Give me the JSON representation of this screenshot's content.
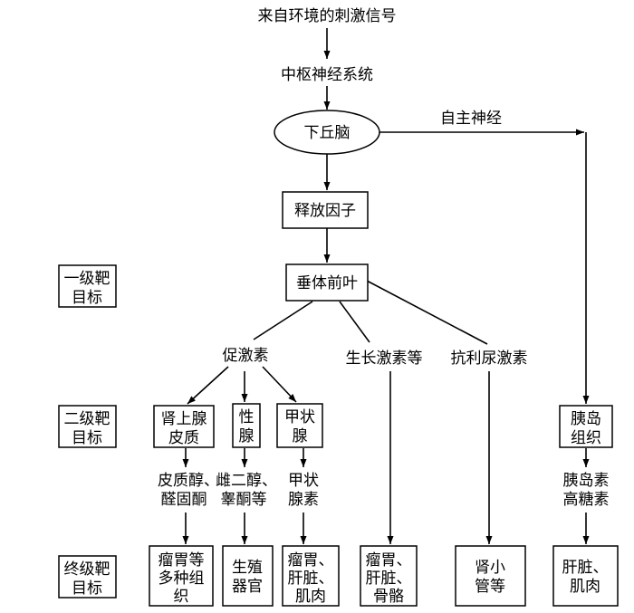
{
  "source": "来自环境的刺激信号",
  "cns": "中枢神经系统",
  "hypothalamus": "下丘脑",
  "autonomic": "自主神经",
  "release_factor": "释放因子",
  "pituitary": "垂体前叶",
  "levels": {
    "first": [
      "一级靶",
      "目标"
    ],
    "second": [
      "二级靶",
      "目标"
    ],
    "final": [
      "终级靶",
      "目标"
    ]
  },
  "hormones": {
    "tropic": "促激素",
    "growth": "生长激素等",
    "adh": "抗利尿激素"
  },
  "glands": {
    "adrenal": [
      "肾上腺",
      "皮质"
    ],
    "gonad": [
      "性",
      "腺"
    ],
    "thyroid": [
      "甲状",
      "腺"
    ],
    "pancreas": [
      "胰岛",
      "组织"
    ]
  },
  "secretions": {
    "adrenal": [
      "皮质醇、",
      "醛固酮"
    ],
    "gonad": [
      "雌二醇、",
      "睾酮等"
    ],
    "thyroid": [
      "甲状",
      "腺素"
    ],
    "pancreas": [
      "胰岛素",
      "高糖素"
    ]
  },
  "targets": {
    "adrenal": [
      "瘤胃等",
      "多种组",
      "织"
    ],
    "gonad": [
      "生殖",
      "器官"
    ],
    "thyroid": [
      "瘤胃、",
      "肝脏、",
      "肌肉"
    ],
    "growth": [
      "瘤胃、",
      "肝脏、",
      "骨骼"
    ],
    "adh": [
      "肾小",
      "管等"
    ],
    "pancreas": [
      "肝脏、",
      "肌肉"
    ]
  }
}
